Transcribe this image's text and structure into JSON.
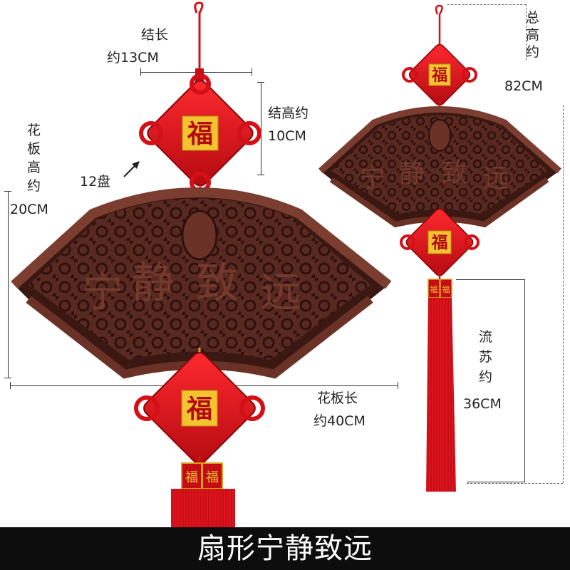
{
  "product_title": "扇形宁静致远",
  "labels": {
    "knot_length": {
      "line1": "结长",
      "line2": "约13CM"
    },
    "knot_height": {
      "line1": "结高约",
      "line2": "10CM"
    },
    "coils": "12盘",
    "panel_height": {
      "line1": "花",
      "line2": "板",
      "line3": "高",
      "line4": "约",
      "line5": "20CM"
    },
    "panel_length": {
      "line1": "花板长",
      "line2": "约40CM"
    },
    "total_height": {
      "line1": "总",
      "line2": "高",
      "line3": "约",
      "line4": "82CM"
    },
    "tassel_length": {
      "line1": "流",
      "line2": "苏",
      "line3": "约",
      "line4": "36CM"
    }
  },
  "knot_glyph": "福",
  "colors": {
    "wood": "#5a2a22",
    "wood_dark": "#3b1712",
    "wood_light": "#7a3d30",
    "knot_red": "#e1141d",
    "knot_dark": "#a3080e",
    "gold": "#f4c430",
    "title_bg": "#0d0d0d",
    "title_text": "#ffffff"
  }
}
